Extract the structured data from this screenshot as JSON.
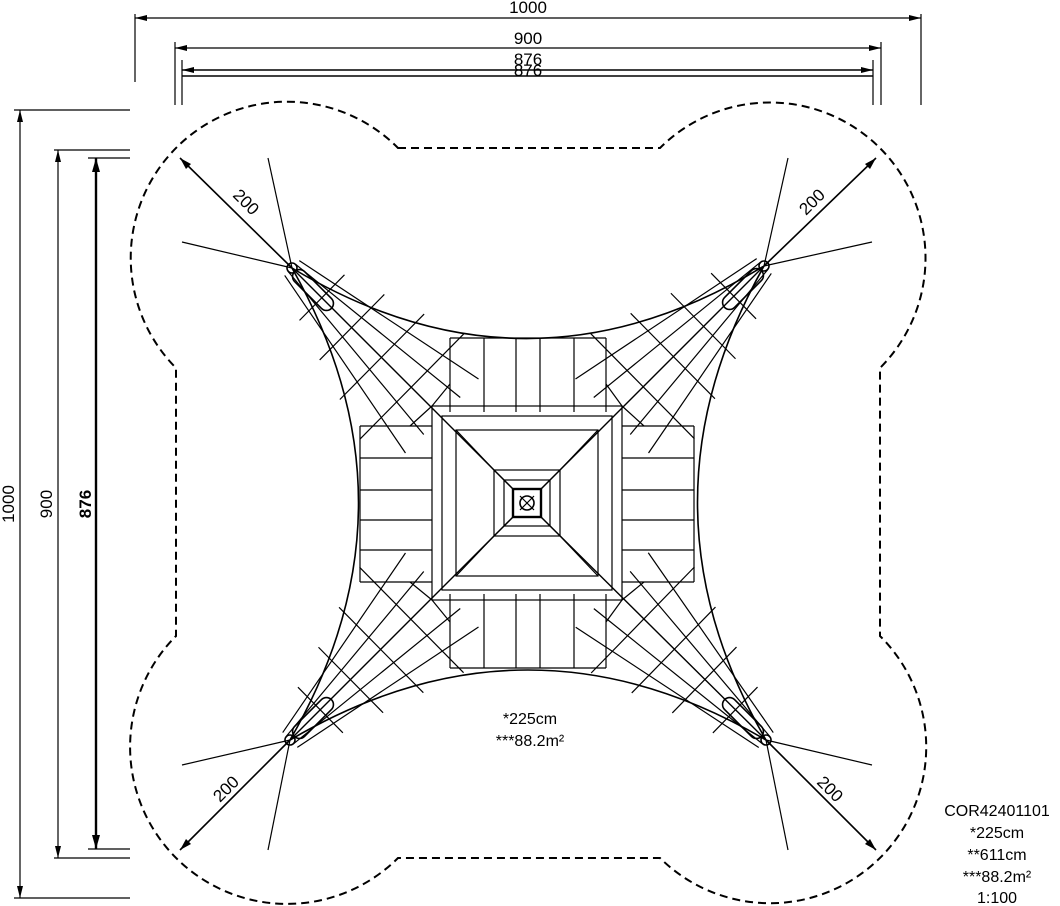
{
  "dimensions": {
    "top_outer": "1000",
    "top_900": "900",
    "top_876_a": "876",
    "top_876_b": "876",
    "left_outer": "1000",
    "left_900": "900",
    "left_876": "876",
    "diag_tl": "200",
    "diag_tr": "200",
    "diag_bl": "200",
    "diag_br": "200"
  },
  "center_note": {
    "height": "*225cm",
    "area": "***88.2m²"
  },
  "spec_block": {
    "code": "COR42401101",
    "height": "*225cm",
    "width": "**611cm",
    "area": "***88.2m²",
    "scale": "1:100"
  }
}
